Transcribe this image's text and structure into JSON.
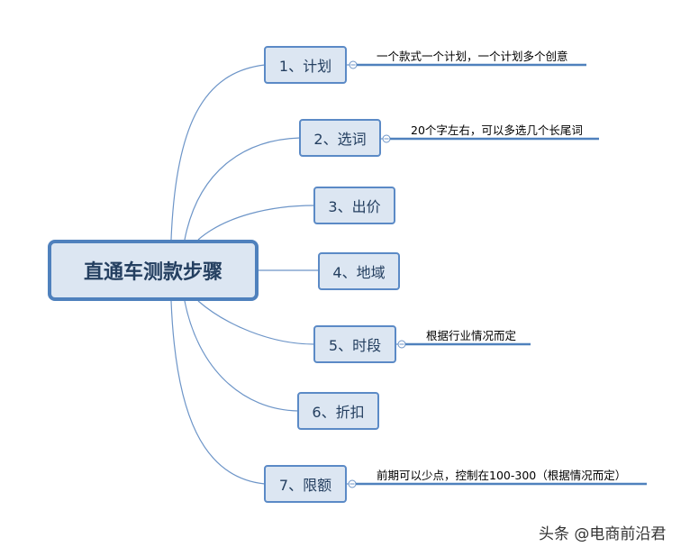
{
  "central_topic": "直通车测款步骤",
  "branches": [
    {
      "label": "1、计划",
      "note": "一个款式一个计划，一个计划多个创意"
    },
    {
      "label": "2、选词",
      "note": "20个字左右，可以多选几个长尾词"
    },
    {
      "label": "3、出价",
      "note": ""
    },
    {
      "label": "4、地域",
      "note": ""
    },
    {
      "label": "5、时段",
      "note": "根据行业情况而定"
    },
    {
      "label": "6、折扣",
      "note": ""
    },
    {
      "label": "7、限额",
      "note": "前期可以少点，控制在100-300（根据情况而定）"
    }
  ],
  "watermark": "头条 @电商前沿君",
  "colors": {
    "line": "#4f81bd",
    "node_fill": "#dce6f2",
    "text": "#243f60"
  }
}
